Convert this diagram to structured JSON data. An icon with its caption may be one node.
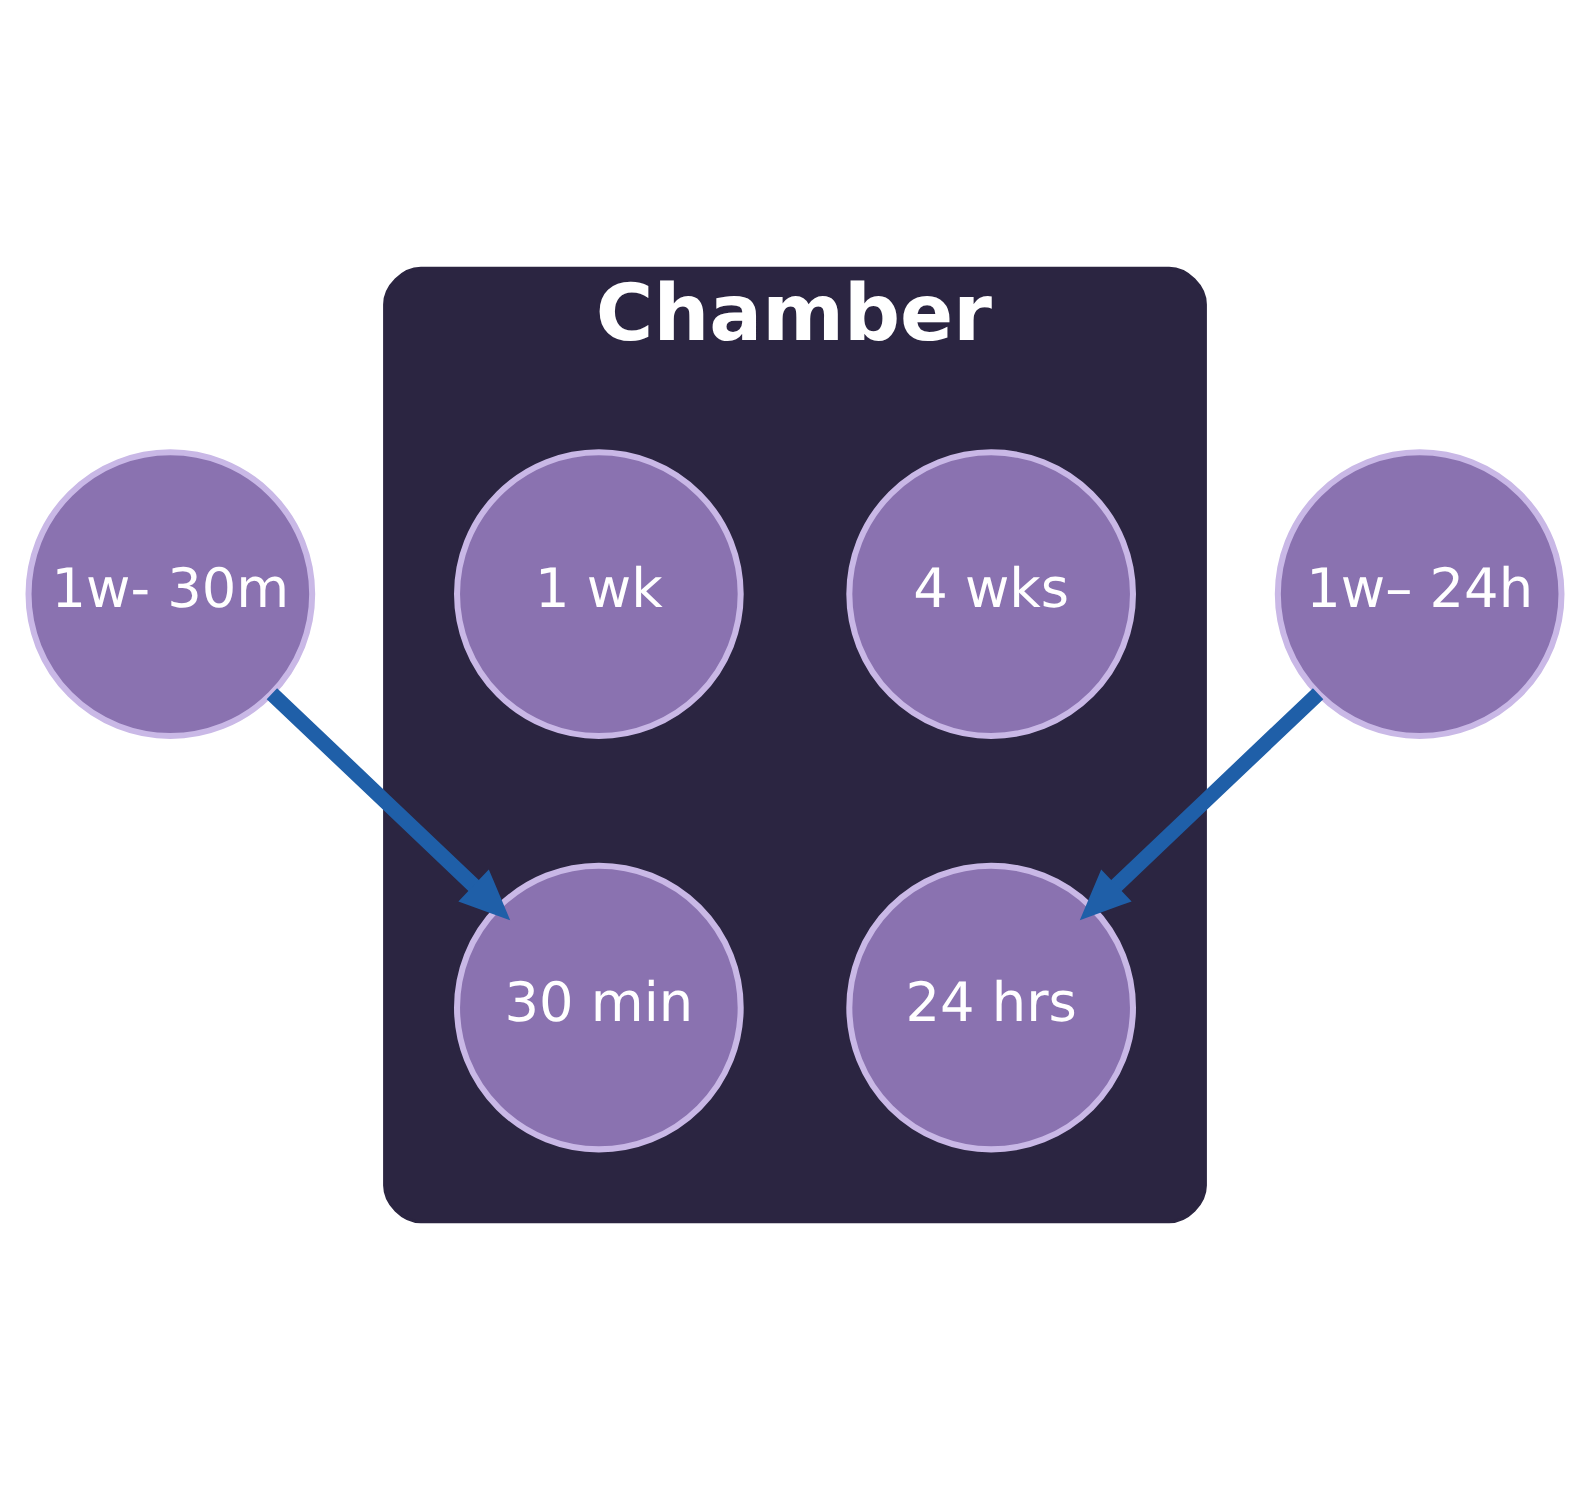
{
  "diagram": {
    "nodes": [
      {
        "text": [
          "1w- 30m"
        ]
      },
      {
        "text": [
          "Chamber"
        ]
      },
      {
        "text": [
          "30 min"
        ],
        "in": 1
      },
      {
        "text": [
          "4 wks"
        ],
        "in": 1
      },
      {
        "text": [
          "24 hrs"
        ],
        "in": 1
      },
      {
        "text": [
          "1w– 24h"
        ]
      },
      {
        "text": [
          "1 wk"
        ],
        "in": 1
      }
    ],
    "edges": [
      {
        "from": 0,
        "to": 2,
        "arrow": "to"
      },
      {
        "from": 5,
        "to": 4,
        "arrow": "to"
      }
    ]
  }
}
